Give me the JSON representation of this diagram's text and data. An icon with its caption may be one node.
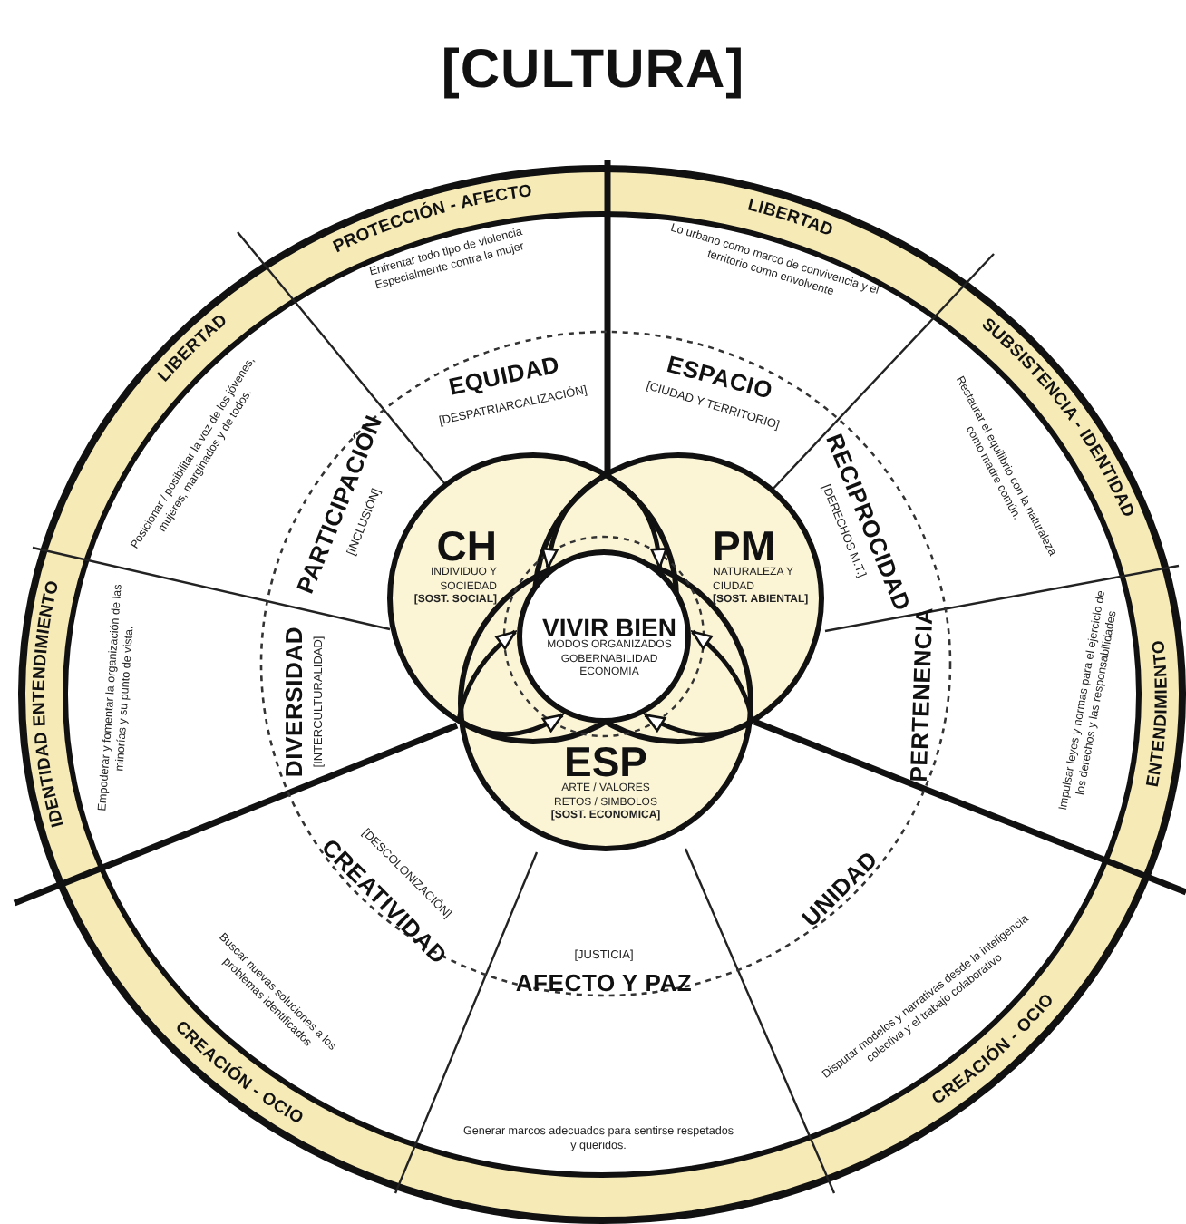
{
  "diagram": {
    "title": "[CULTURA]",
    "nodes": [
      {
        "text": [
          "CH",
          "INDIVIDUO Y SOCIEDAD",
          "[SOST. SOCIAL]"
        ]
      },
      {
        "text": [
          "PM",
          "NATURALEZA Y CIUDAD",
          "[SOST. ABIENTAL]"
        ]
      },
      {
        "text": [
          "ESP",
          "ARTE / VALORES RETOS / SIMBOLOS",
          "[SOST. ECONOMICA]"
        ]
      },
      {
        "text": [
          "VIVIR BIEN",
          "MODOS ORGANIZADOS GOBERNABILIDAD ECONOMIA"
        ]
      }
    ],
    "edges": [
      {
        "from": null,
        "to": 3,
        "arrow": "to"
      },
      {
        "from": null,
        "to": 3,
        "arrow": "to"
      },
      {
        "from": null,
        "to": 3,
        "arrow": "to"
      },
      {
        "from": null,
        "to": 3,
        "arrow": "to"
      },
      {
        "from": null,
        "to": 3,
        "arrow": "to"
      },
      {
        "from": null,
        "to": 3,
        "arrow": "to"
      }
    ],
    "labels": [
      "PROTECCIÓN - AFECTO",
      "LIBERTAD",
      "Enfrentar todo tipo de violencia Especialmente contra la mujer",
      "Lo urbano como marco de convivencia y el territorio como envolvente",
      "LIBERTAD",
      "SUBSISTENCIA - IDENTIDAD",
      "EQUIDAD",
      "ESPACIO",
      "[DESPATRIARCALIZACIÓN]",
      "[CIUDAD Y TERRITORIO]",
      "Posicionar / posibilitar la voz de los jóvenes, mujeres, marginados y de todos.",
      "PARTICIPACIÓN",
      "[INCLUSIÓN]",
      "[DERECHOS M.T.]",
      "RECIPROCIDAD",
      "Restaurar el equilibrio con la naturaleza como madre común.",
      "IDENTIDAD ENTENDIMIENTO",
      "Empoderar y fomentar la organización de las minorías y su punto de vista.",
      "DIVERSIDAD",
      "[INTERCULTURALIDAD]",
      "PERTENENCIA",
      "Impulsar leyes y normas para el ejercicio de los derechos y las responsabilidades",
      "ENTENDIMIENTO",
      "[DESCOLONIZACIÓN]",
      "CREATIVIDAD",
      "UNIDAD",
      "[JUSTICIA]",
      "AFECTO Y PAZ",
      "Buscar nuevas soluciones a los problemas identificados",
      "Disputar modelos y narrativas desde la inteligencia colectiva y el trabajo colaborativo",
      "CREACIÓN - OCIO",
      "CREACIÓN - OCIO",
      "Generar marcos adecuados para sentirse respetados y queridos."
    ]
  }
}
